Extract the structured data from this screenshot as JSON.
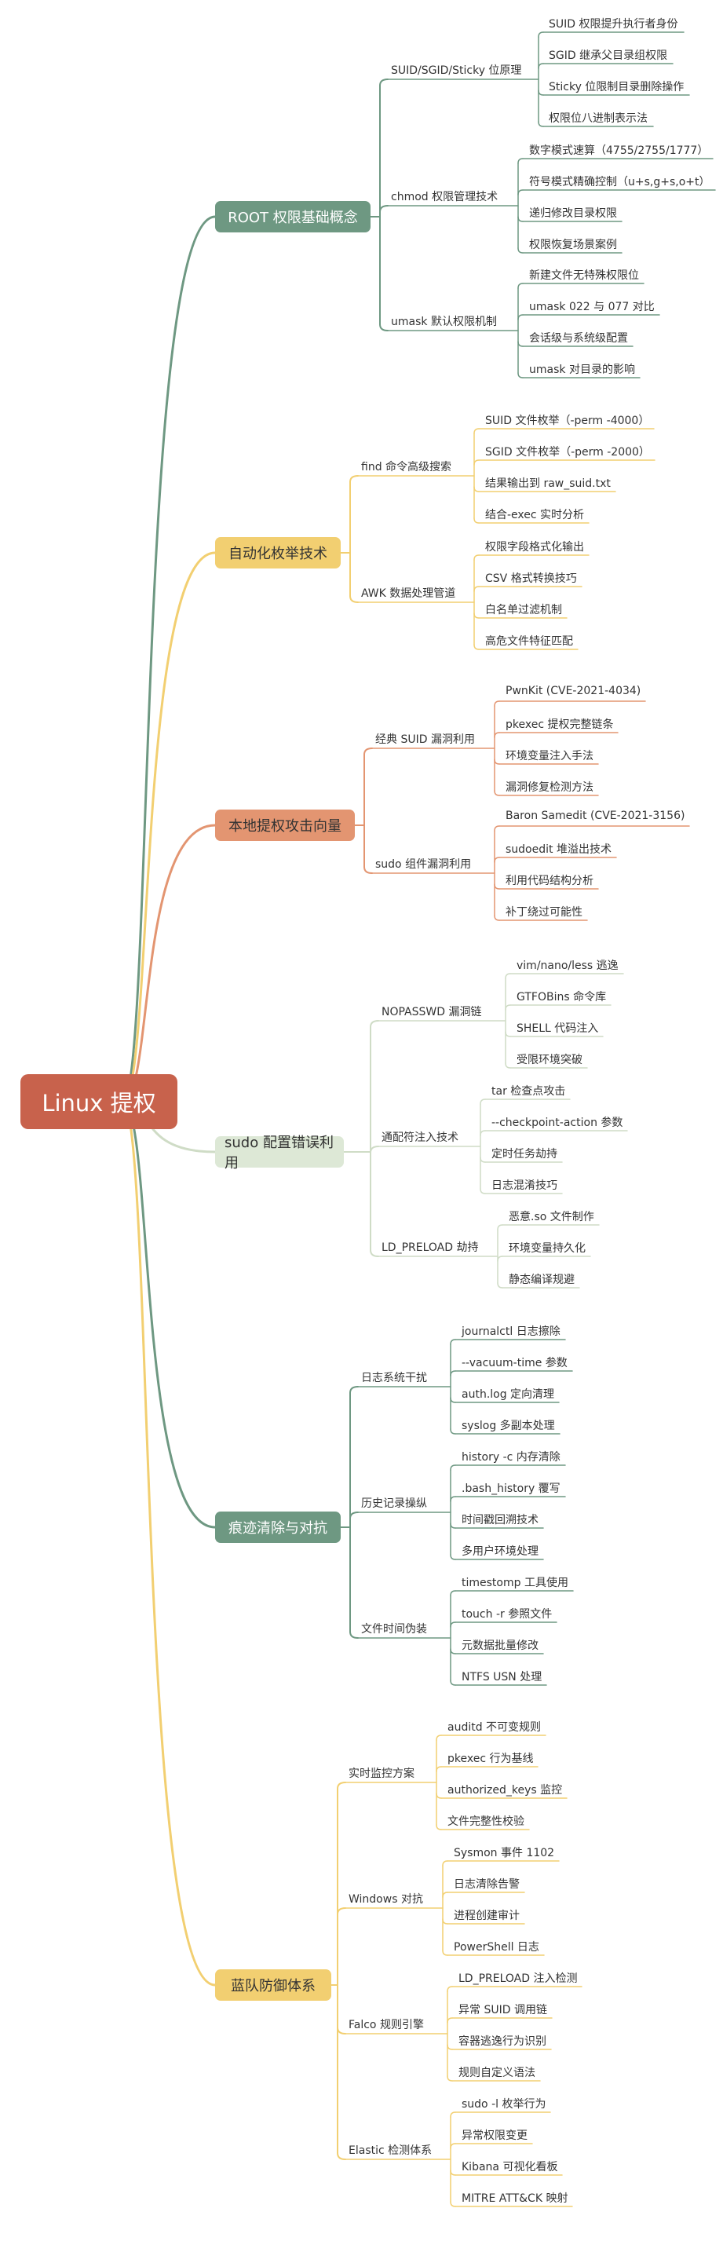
{
  "root": {
    "label": "Linux 提权",
    "color": "#c8624c"
  },
  "categories": [
    {
      "label": "ROOT 权限基础概念",
      "color": "#6e9882",
      "text_color": "#ffffff",
      "subs": [
        {
          "label": "SUID/SGID/Sticky 位原理",
          "leaves": [
            "SUID 权限提升执行者身份",
            "SGID 继承父目录组权限",
            "Sticky 位限制目录删除操作",
            "权限位八进制表示法"
          ]
        },
        {
          "label": "chmod 权限管理技术",
          "leaves": [
            "数字模式速算（4755/2755/1777）",
            "符号模式精确控制（u+s,g+s,o+t）",
            "递归修改目录权限",
            "权限恢复场景案例"
          ]
        },
        {
          "label": "umask 默认权限机制",
          "leaves": [
            "新建文件无特殊权限位",
            "umask 022 与 077 对比",
            "会话级与系统级配置",
            "umask 对目录的影响"
          ]
        }
      ]
    },
    {
      "label": "自动化枚举技术",
      "color": "#f2cf71",
      "text_color": "#333333",
      "subs": [
        {
          "label": "find 命令高级搜索",
          "leaves": [
            "SUID 文件枚举（-perm -4000）",
            "SGID 文件枚举（-perm -2000）",
            "结果输出到 raw_suid.txt",
            "结合-exec 实时分析"
          ]
        },
        {
          "label": "AWK 数据处理管道",
          "leaves": [
            "权限字段格式化输出",
            "CSV 格式转换技巧",
            "白名单过滤机制",
            "高危文件特征匹配"
          ]
        }
      ]
    },
    {
      "label": "本地提权攻击向量",
      "color": "#e39571",
      "text_color": "#333333",
      "subs": [
        {
          "label": "经典 SUID 漏洞利用",
          "leaves": [
            "PwnKit (CVE-2021-4034)",
            "pkexec 提权完整链条",
            "环境变量注入手法",
            "漏洞修复检测方法"
          ]
        },
        {
          "label": "sudo 组件漏洞利用",
          "leaves": [
            "Baron Samedit (CVE-2021-3156)",
            "sudoedit 堆溢出技术",
            "利用代码结构分析",
            "补丁绕过可能性"
          ]
        }
      ]
    },
    {
      "label": "sudo 配置错误利用",
      "color": "#dde8d6",
      "text_color": "#333333",
      "subs": [
        {
          "label": "NOPASSWD 漏洞链",
          "leaves": [
            "vim/nano/less 逃逸",
            "GTFOBins 命令库",
            "SHELL 代码注入",
            "受限环境突破"
          ]
        },
        {
          "label": "通配符注入技术",
          "leaves": [
            "tar 检查点攻击",
            "--checkpoint-action 参数",
            "定时任务劫持",
            "日志混淆技巧"
          ]
        },
        {
          "label": "LD_PRELOAD 劫持",
          "leaves": [
            "恶意.so 文件制作",
            "环境变量持久化",
            "静态编译规避"
          ]
        }
      ]
    },
    {
      "label": "痕迹清除与对抗",
      "color": "#6e9882",
      "text_color": "#ffffff",
      "subs": [
        {
          "label": "日志系统干扰",
          "leaves": [
            "journalctl 日志擦除",
            "--vacuum-time 参数",
            "auth.log 定向清理",
            "syslog 多副本处理"
          ]
        },
        {
          "label": "历史记录操纵",
          "leaves": [
            "history -c 内存清除",
            ".bash_history 覆写",
            "时间戳回溯技术",
            "多用户环境处理"
          ]
        },
        {
          "label": "文件时间伪装",
          "leaves": [
            "timestomp 工具使用",
            "touch -r 参照文件",
            "元数据批量修改",
            "NTFS USN 处理"
          ]
        }
      ]
    },
    {
      "label": "蓝队防御体系",
      "color": "#f2cf71",
      "text_color": "#333333",
      "subs": [
        {
          "label": "实时监控方案",
          "leaves": [
            "auditd 不可变规则",
            "pkexec 行为基线",
            "authorized_keys 监控",
            "文件完整性校验"
          ]
        },
        {
          "label": "Windows 对抗",
          "leaves": [
            "Sysmon 事件 1102",
            "日志清除告警",
            "进程创建审计",
            "PowerShell 日志"
          ]
        },
        {
          "label": "Falco 规则引擎",
          "leaves": [
            "LD_PRELOAD 注入检测",
            "异常 SUID 调用链",
            "容器逃逸行为识别",
            "规则自定义语法"
          ]
        },
        {
          "label": "Elastic 检测体系",
          "leaves": [
            "sudo -l 枚举行为",
            "异常权限变更",
            "Kibana 可视化看板",
            "MITRE ATT&CK 映射"
          ]
        }
      ]
    }
  ]
}
